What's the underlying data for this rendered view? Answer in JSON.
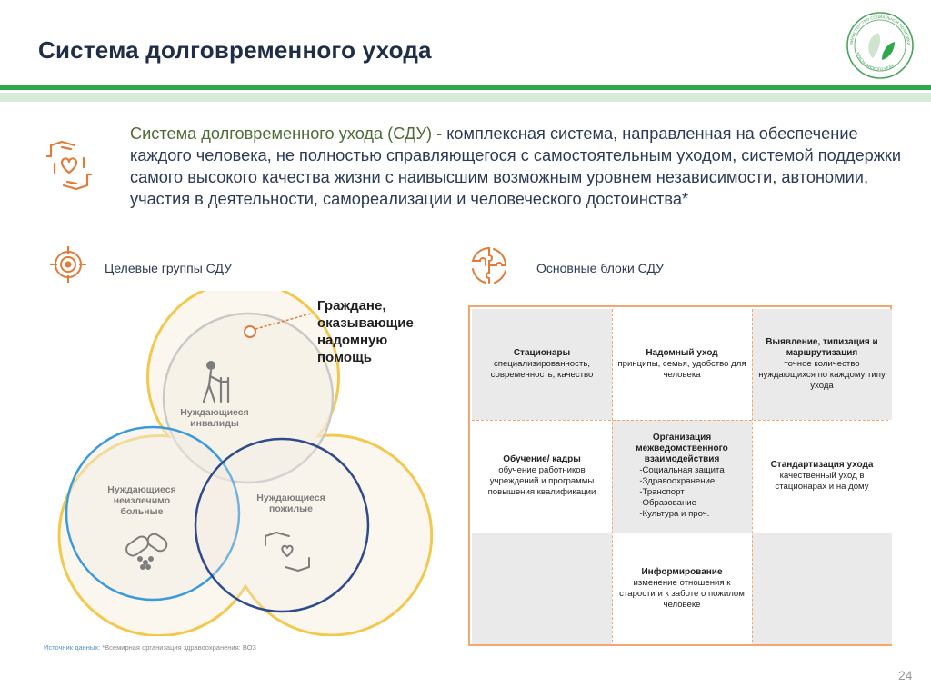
{
  "header": {
    "title": "Система долговременного ухода",
    "logo_text_top": "МИНИСТЕРСТВО СОЦИАЛЬНОЙ ПОЛИТИКИ",
    "logo_text_bottom": "КРАСНОЯРСКОГО КРАЯ"
  },
  "intro": {
    "term": "Система долговременного ухода (СДУ) -",
    "definition": " комплексная система, направленная на обеспечение каждого человека, не полностью справляющегося с самостоятельным уходом, системой поддержки самого высокого качества жизни с наивысшим возможным уровнем независимости, автономии, участия в деятельности, самореализации и человеческого достоинства*"
  },
  "sections": {
    "target_groups_label": "Целевые группы СДУ",
    "blocks_label": "Основные блоки СДУ"
  },
  "venn": {
    "callout": "Граждане, оказывающие надомную помощь",
    "disabled": "Нуждающиеся инвалиды",
    "terminal": "Нуждающиеся неизлечимо больные",
    "elderly": "Нуждающиеся пожилые"
  },
  "blocks": [
    {
      "title": "Стационары",
      "text": "специализированность, современность, качество"
    },
    {
      "title": "Надомный уход",
      "text": "принципы, семья, удобство для человека"
    },
    {
      "title": "Выявление, типизация и маршрутизация",
      "text": "точное количество нуждающихся по каждому типу ухода"
    },
    {
      "title": "Обучение/ кадры",
      "text": "обучение работников учреждений и программы повышения квалификации"
    },
    {
      "title": "Организация межведомственного взаимодействия",
      "items": [
        "-Социальная защита",
        "-Здравоохранение",
        "-Транспорт",
        "-Образование",
        "-Культура и проч."
      ]
    },
    {
      "title": "Стандартизация ухода",
      "text": "качественный уход в стационарах и на дому"
    },
    {
      "title": "Информирование",
      "text": "изменение отношения к старости и к заботе о пожилом человеке"
    }
  ],
  "footer": {
    "source_key": "Источник данных:",
    "source_value": " *Всемирная организация здравоохранения: ВОЗ",
    "page_number": "24"
  },
  "colors": {
    "green": "#2ea84a",
    "orange": "#e07b39",
    "gold": "#f2c94c",
    "blue": "#3b82c4",
    "navy": "#2f4a8a"
  }
}
